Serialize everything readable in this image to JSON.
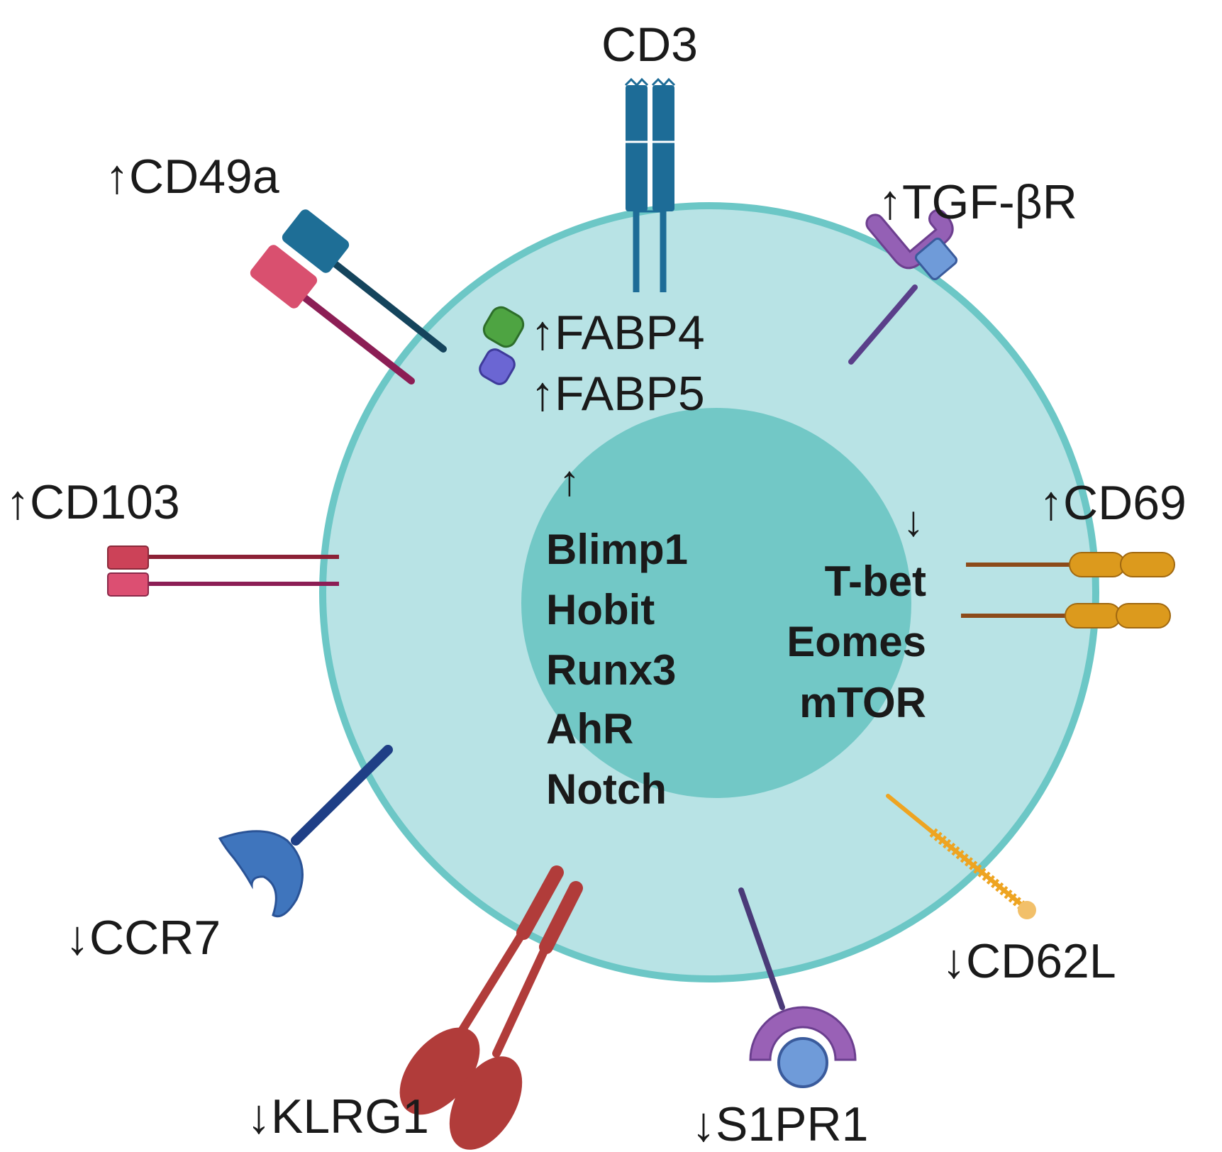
{
  "colors": {
    "cell": "#b8e3e5",
    "cell_border": "#6cc7c6",
    "nucleus": "#72c8c6",
    "cd3": "#1d6c97",
    "cd49a_a": "#1e6e96",
    "cd49a_b": "#d9506f",
    "tgfbr": "#9460b5",
    "cd103": "#cc4258",
    "cd69": "#dc9a1d",
    "ccr7": "#3f75bd",
    "klrg1": "#b13c3a",
    "s1pr1": "#9961b6",
    "cd62l": "#eea421",
    "fabp4": "#4ea442",
    "fabp5": "#6b66d3"
  },
  "labels": {
    "cd3": "CD3",
    "cd49a": "↑CD49a",
    "tgfbr": "↑TGF-βR",
    "fabp4": "↑FABP4",
    "fabp5": "↑FABP5",
    "cd103": "↑CD103",
    "cd69": "↑CD69",
    "ccr7": "↓CCR7",
    "klrg1": "↓KLRG1",
    "s1pr1": "↓S1PR1",
    "cd62l": "↓CD62L"
  },
  "nucleus": {
    "up_arrow": "↑",
    "up_factors": [
      "Blimp1",
      "Hobit",
      "Runx3",
      "AhR",
      "Notch"
    ],
    "down_arrow": "↓",
    "down_factors": [
      "T-bet",
      "Eomes",
      "mTOR"
    ]
  }
}
